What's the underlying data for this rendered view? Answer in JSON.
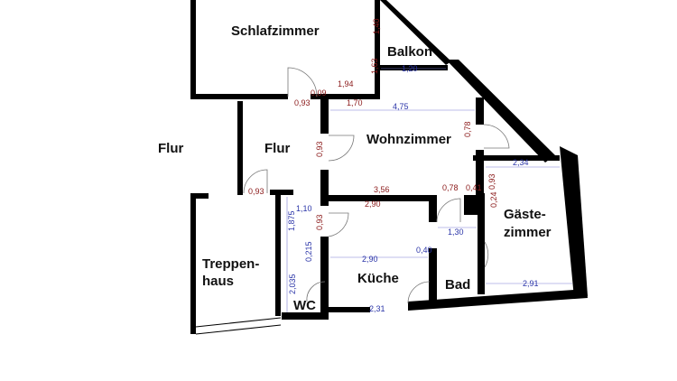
{
  "rooms": {
    "schlafzimmer": "Schlafzimmer",
    "balkon": "Balkon",
    "flur_outer": "Flur",
    "flur_inner": "Flur",
    "wohnzimmer": "Wohnzimmer",
    "gaeste_1": "Gäste-",
    "gaeste_2": "zimmer",
    "treppen_1": "Treppen-",
    "treppen_2": "haus",
    "kueche": "Küche",
    "bad": "Bad",
    "wc": "WC"
  },
  "dims_red": {
    "d140": "1,40",
    "d194": "1,94",
    "d009": "0,09",
    "d093a": "0,93",
    "d170": "1,70",
    "d163": "1,63",
    "d078a": "0,78",
    "d093b": "0,93",
    "d093c": "0,93",
    "d356": "3,56",
    "d290a": "2,90",
    "d078b": "0,78",
    "d041": "0,41",
    "d024": "0,24",
    "d093d": "0,93",
    "d093e": "0,93"
  },
  "dims_blue": {
    "d120": "1,20",
    "d475": "4,75",
    "d234": "2,34",
    "d110": "1,10",
    "d187": "1,875",
    "d130": "1,30",
    "d040": "0,40",
    "d290b": "2,90",
    "d291": "2,91",
    "d203": "2,035",
    "d021": "0,215",
    "d231": "2,31"
  }
}
